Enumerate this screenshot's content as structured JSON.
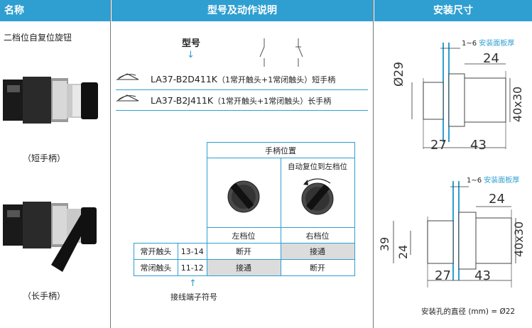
{
  "header": {
    "col1": "名称",
    "col2": "型号及动作说明",
    "col3": "安装尺寸"
  },
  "left": {
    "product_name": "二档位自复位旋钮",
    "caption_short": "（短手柄）",
    "caption_long": "（长手柄）"
  },
  "middle": {
    "model_label": "型号",
    "arrow_glyph": "↓",
    "models": [
      {
        "code": "LA37-B2D411K",
        "desc": "（1常开触头+1常闭触头）短手柄"
      },
      {
        "code": "LA37-B2J411K",
        "desc": "（1常开触头+1常闭触头）长手柄"
      }
    ],
    "table": {
      "title": "手柄位置",
      "auto_return": "自动复位到左档位",
      "left_pos": "左档位",
      "right_pos": "右档位",
      "rows": [
        {
          "name": "常开触头",
          "terminal": "13-14",
          "left": "断开",
          "right": "接通"
        },
        {
          "name": "常闭触头",
          "terminal": "11-12",
          "left": "接通",
          "right": "断开"
        }
      ],
      "terminal_label": "接线端子符号"
    }
  },
  "right": {
    "panel_thickness": "1~6",
    "panel_label": "安装面板厚",
    "dims_top": {
      "d24": "24",
      "d29": "Ø29",
      "d40": "40x30",
      "d27": "27",
      "d43": "43"
    },
    "dims_bottom": {
      "d24": "24",
      "d39": "39",
      "d24v": "24",
      "d40": "40x30",
      "d27": "27",
      "d43": "43"
    },
    "hole_note": "安装孔的直径 (mm) = Ø22"
  }
}
